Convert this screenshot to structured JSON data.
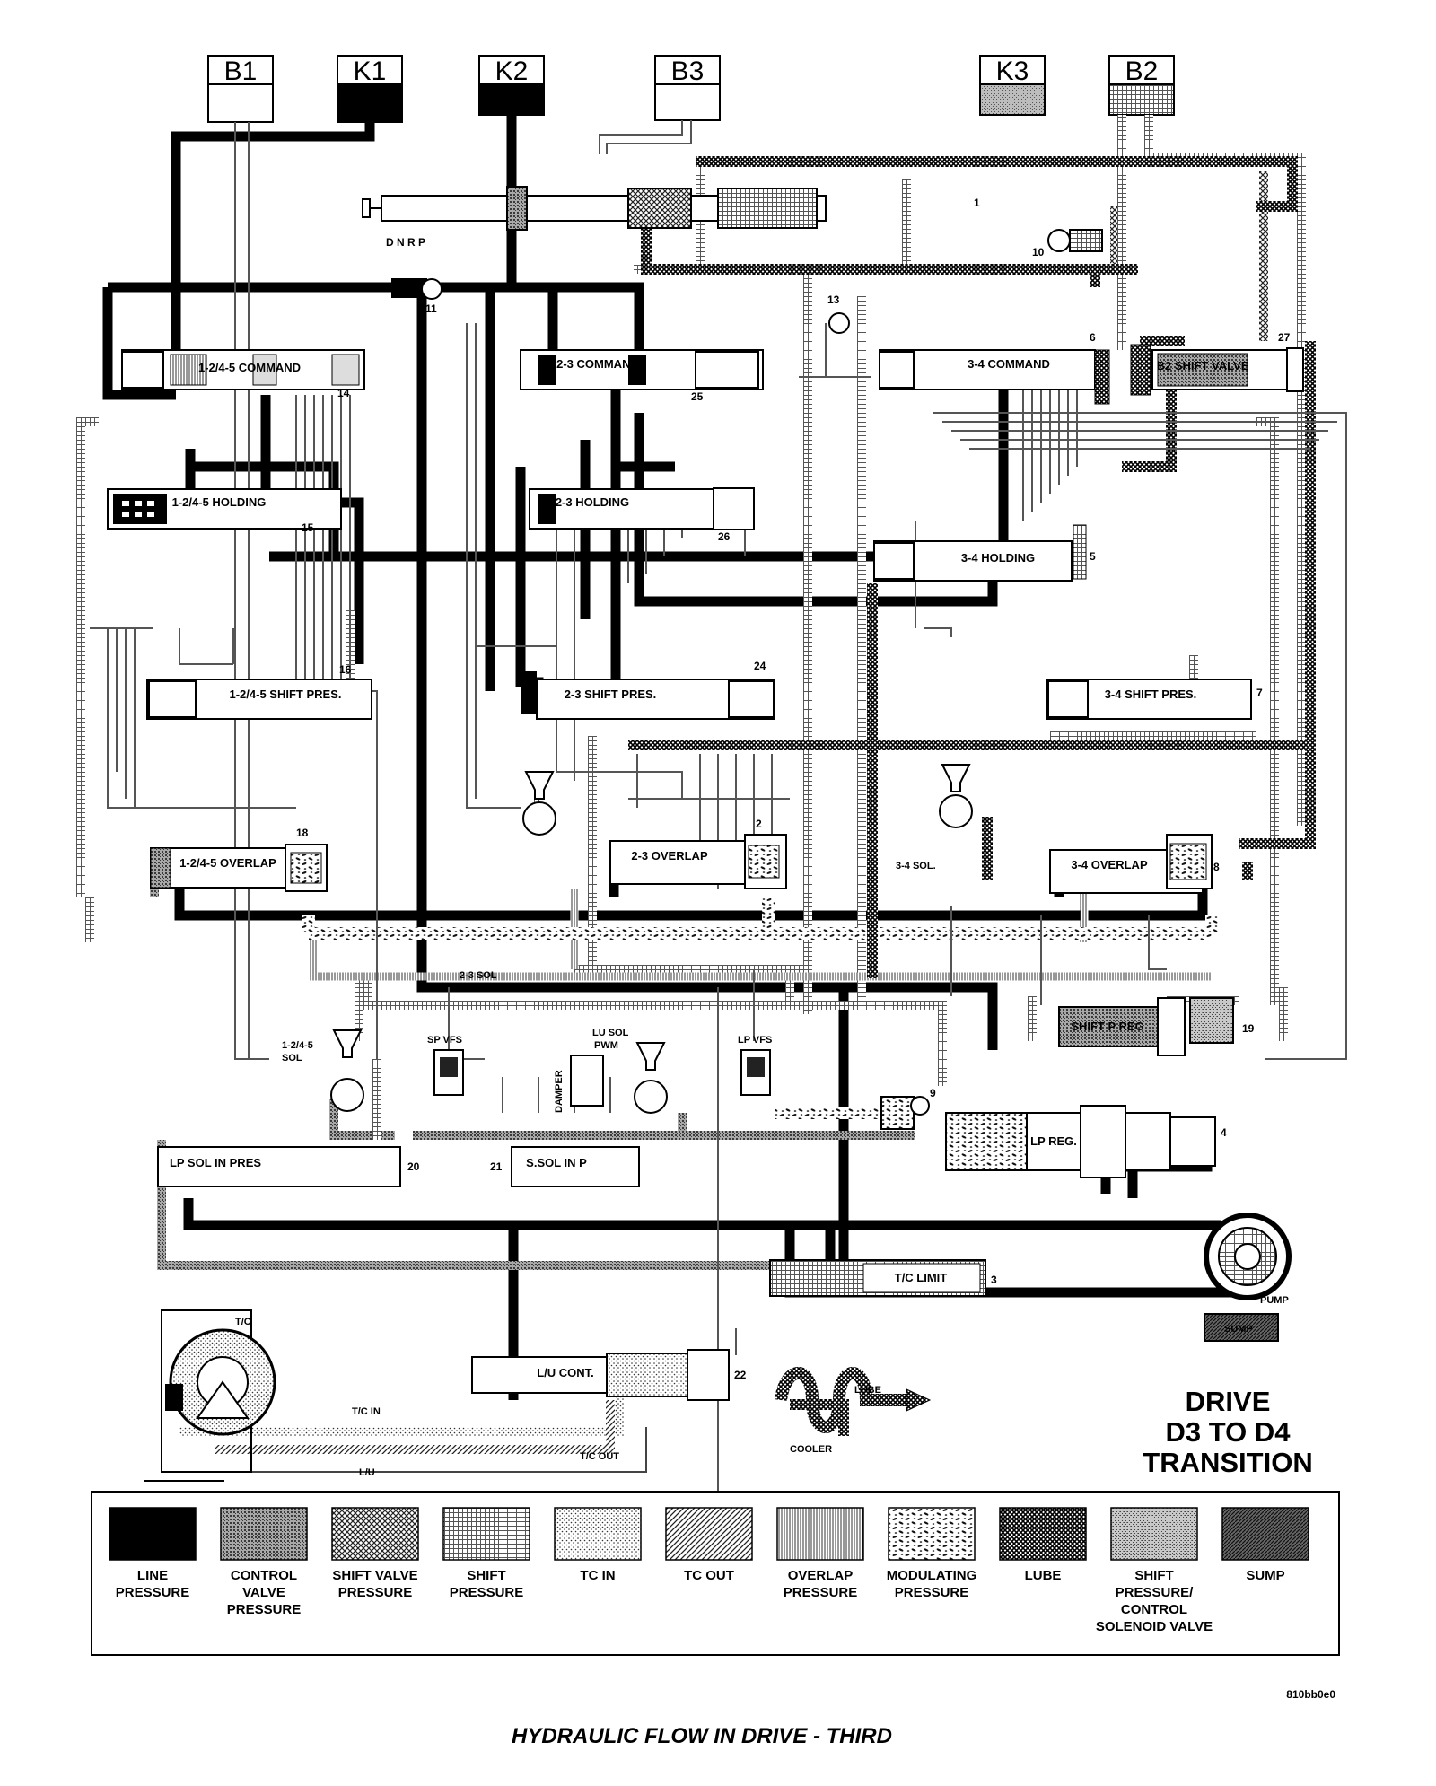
{
  "clutches": [
    {
      "id": "B1",
      "label": "B1",
      "fill": "#ffffff"
    },
    {
      "id": "K1",
      "label": "K1",
      "fill": "#000000"
    },
    {
      "id": "K2",
      "label": "K2",
      "fill": "#000000"
    },
    {
      "id": "B3",
      "label": "B3",
      "fill": "#ffffff"
    },
    {
      "id": "K3",
      "label": "K3",
      "fill": "#9a9a9a"
    },
    {
      "id": "B2",
      "label": "B2",
      "fill": "#ffffff"
    }
  ],
  "manual_valve_positions": "D N R P",
  "valves": {
    "cmd_1245": "1-2/4-5 COMMAND",
    "cmd_23": "2-3 COMMAND",
    "cmd_34": "3-4 COMMAND",
    "b2_shift": "B2 SHIFT VALVE",
    "hold_1245": "1-2/4-5 HOLDING",
    "hold_23": "2-3 HOLDING",
    "hold_34": "3-4 HOLDING",
    "sp_1245": "1-2/4-5 SHIFT PRES.",
    "sp_23": "2-3 SHIFT PRES.",
    "sp_34": "3-4 SHIFT PRES.",
    "ov_1245": "1-2/4-5 OVERLAP",
    "ov_23": "2-3 OVERLAP",
    "ov_34": "3-4 OVERLAP",
    "shift_p_reg": "SHIFT P REG",
    "lp_reg": "LP REG.",
    "lp_sol_in": "LP SOL IN PRES",
    "s_sol_in": "S.SOL IN P",
    "tc_limit": "T/C LIMIT",
    "lu_cont": "L/U CONT."
  },
  "solenoids": {
    "sol_23": "2-3 SOL",
    "sol_34": "3-4 SOL.",
    "sol_1245_a": "1-2/4-5",
    "sol_1245_b": "SOL",
    "sp_vfs": "SP VFS",
    "lu_sol_a": "LU SOL",
    "lu_sol_b": "PWM",
    "lp_vfs": "LP VFS",
    "damper": "DAMPER"
  },
  "numbers": [
    "1",
    "2",
    "3",
    "4",
    "5",
    "6",
    "7",
    "8",
    "9",
    "10",
    "11",
    "13",
    "14",
    "15",
    "16",
    "18",
    "19",
    "20",
    "21",
    "22",
    "24",
    "25",
    "26",
    "27"
  ],
  "other": {
    "tc": "T/C",
    "tc_in": "T/C IN",
    "tc_out": "T/C OUT",
    "lu": "L/U",
    "lube": "LUBE",
    "cooler": "COOLER",
    "pump": "PUMP",
    "sump": "SUMP"
  },
  "title": {
    "line1": "DRIVE",
    "line2": "D3 TO D4",
    "line3": "TRANSITION"
  },
  "legend": [
    {
      "id": "line",
      "lines": [
        "LINE",
        "PRESSURE"
      ],
      "fill": "#000000"
    },
    {
      "id": "control",
      "lines": [
        "CONTROL",
        "VALVE",
        "PRESSURE"
      ],
      "fill": "#7d7d7d"
    },
    {
      "id": "shiftvalve",
      "lines": [
        "SHIFT VALVE",
        "PRESSURE"
      ],
      "fill": "#8c8c8c"
    },
    {
      "id": "shift",
      "lines": [
        "SHIFT",
        "PRESSURE"
      ],
      "fill": "#b0b0b0"
    },
    {
      "id": "tcin",
      "lines": [
        "TC IN"
      ],
      "fill": "#e0e0e0"
    },
    {
      "id": "tcout",
      "lines": [
        "TC OUT"
      ],
      "fill": "#9e9e9e"
    },
    {
      "id": "overlap",
      "lines": [
        "OVERLAP",
        "PRESSURE"
      ],
      "fill": "#d6d6d6"
    },
    {
      "id": "modulating",
      "lines": [
        "MODULATING",
        "PRESSURE"
      ],
      "fill": "#c0c0c0"
    },
    {
      "id": "lube",
      "lines": [
        "LUBE"
      ],
      "fill": "#555555"
    },
    {
      "id": "spcs",
      "lines": [
        "SHIFT",
        "PRESSURE/",
        "CONTROL",
        "SOLENOID VALVE"
      ],
      "fill": "#969696"
    },
    {
      "id": "sump",
      "lines": [
        "SUMP"
      ],
      "fill": "#404040"
    }
  ],
  "figure_code": "810bb0e0",
  "caption": "HYDRAULIC FLOW IN DRIVE - THIRD"
}
